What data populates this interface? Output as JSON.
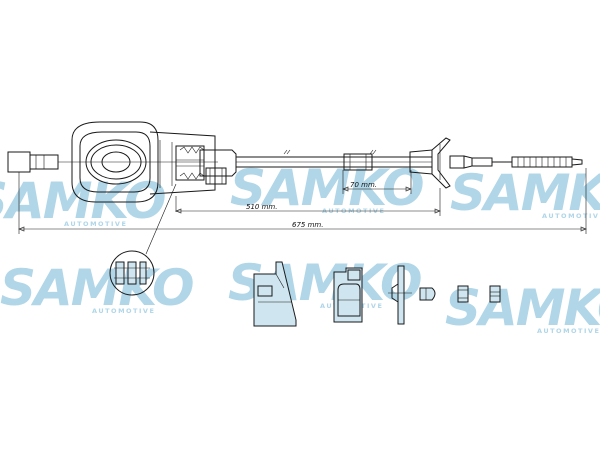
{
  "dimensions": {
    "d70": "70 mm.",
    "d510": "510 mm.",
    "d675": "675 mm."
  },
  "watermark": {
    "brand": "SAMKO",
    "sub": "AUTOMOTIVE",
    "color": "#6fb5d6",
    "opacity": 0.55
  },
  "colors": {
    "line": "#1a1a1a",
    "part_fill": "#cfe6f0"
  }
}
